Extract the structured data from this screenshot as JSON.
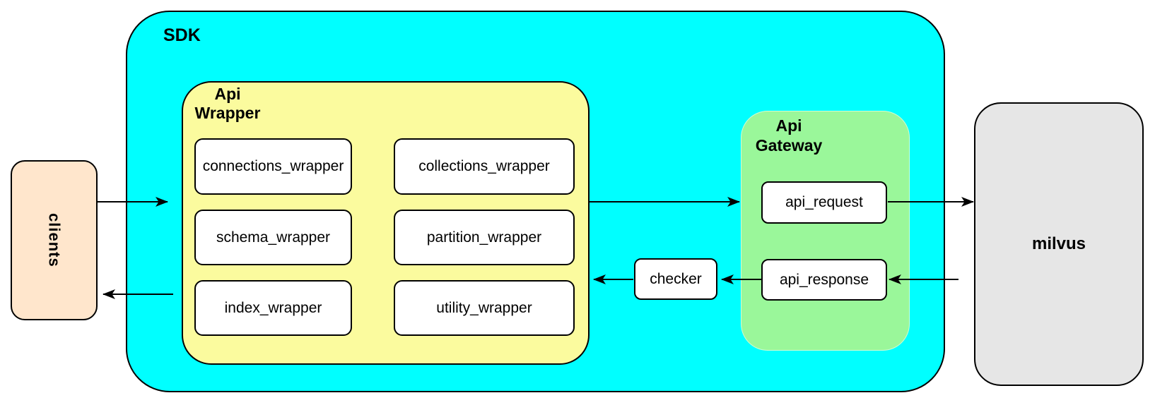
{
  "colors": {
    "sdk_fill": "#00FFFF",
    "api_wrapper_fill": "#FBFB9E",
    "api_gateway_fill": "#9AF79A",
    "clients_fill": "#FFE6CC",
    "milvus_fill": "#E6E6E6",
    "node_fill": "#FFFFFF",
    "border": "#000000"
  },
  "nodes": {
    "clients": {
      "label": "clients"
    },
    "sdk": {
      "label": "SDK"
    },
    "api_wrapper": {
      "label": "Api Wrapper",
      "boxes": [
        "connections_wrapper",
        "collections_wrapper",
        "schema_wrapper",
        "partition_wrapper",
        "index_wrapper",
        "utility_wrapper"
      ]
    },
    "checker": {
      "label": "checker"
    },
    "api_gateway": {
      "label": "Api Gateway",
      "boxes": [
        "api_request",
        "api_response"
      ]
    },
    "milvus": {
      "label": "milvus"
    }
  },
  "connections": [
    {
      "from": "clients",
      "to": "sdk"
    },
    {
      "from": "sdk",
      "to": "clients"
    },
    {
      "from": "api_wrapper",
      "to": "api_gateway"
    },
    {
      "from": "api_request",
      "to": "milvus"
    },
    {
      "from": "milvus",
      "to": "api_response"
    },
    {
      "from": "api_response",
      "to": "checker"
    },
    {
      "from": "checker",
      "to": "api_wrapper"
    }
  ]
}
